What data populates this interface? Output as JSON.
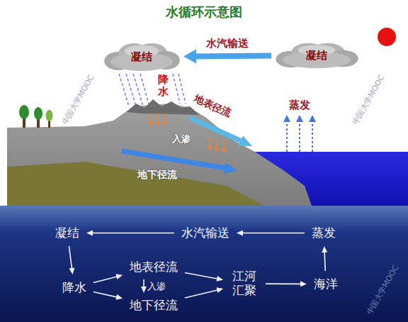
{
  "diagram": {
    "title": "水循环示意图",
    "nodes": [
      {
        "text": [
          "凝结"
        ]
      },
      {
        "text": [
          "凝结"
        ]
      },
      {
        "text": [
          "凝结"
        ]
      },
      {
        "text": [
          "水汽输送"
        ]
      },
      {
        "text": [
          "蒸发"
        ]
      },
      {
        "text": [
          "地表径流"
        ]
      },
      {
        "text": [
          "降水"
        ]
      },
      {
        "text": [
          "江河 汇聚"
        ]
      },
      {
        "text": [
          "海洋"
        ]
      },
      {
        "text": [
          "地下径流"
        ]
      }
    ],
    "edges": [
      {
        "from": 1,
        "to": 0,
        "arrow": "to",
        "label": "水汽输送"
      },
      {
        "from": 4,
        "to": 3,
        "arrow": "to"
      },
      {
        "from": 3,
        "to": 2,
        "arrow": "to"
      },
      {
        "from": 2,
        "to": 6,
        "arrow": "to"
      },
      {
        "from": 6,
        "to": 5,
        "arrow": "to"
      },
      {
        "from": 6,
        "to": 9,
        "arrow": "to"
      },
      {
        "from": 5,
        "to": 9,
        "arrow": "to",
        "label": "入渗"
      },
      {
        "from": 5,
        "to": 7,
        "arrow": "to"
      },
      {
        "from": 9,
        "to": 7,
        "arrow": "to"
      },
      {
        "from": 7,
        "to": 8,
        "arrow": "to"
      },
      {
        "from": 8,
        "to": 4,
        "arrow": "to"
      }
    ],
    "labels": [
      "降水",
      "地表径流",
      "入渗",
      "地下径流",
      "蒸发",
      "中国大学MOOC",
      "中国大学MOOC",
      "中国大学MOOC"
    ]
  }
}
